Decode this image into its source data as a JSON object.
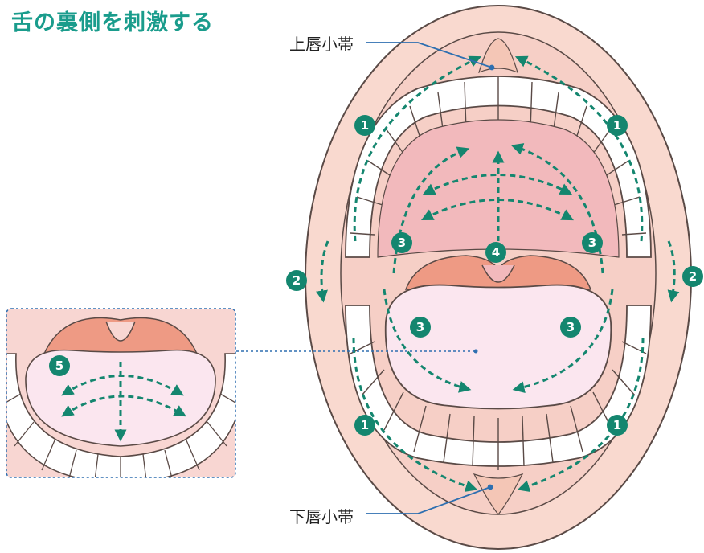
{
  "title": "舌の裏側を刺激する",
  "labels": {
    "upper_frenulum": "上唇小帯",
    "lower_frenulum": "下唇小帯"
  },
  "step_numbers": {
    "gums": "1",
    "cheeks": "2",
    "palate_sides": "3",
    "palate_center": "4",
    "under_tongue": "5"
  },
  "colors": {
    "accent_teal": "#1a9c8c",
    "arrow_green": "#14866f",
    "leader_blue": "#2e6fb0",
    "lip": "#f9d9cf",
    "mouth_interior": "#f2b9bc",
    "tongue": "#fbe6ef",
    "gum_tissue": "#f4c6b6"
  }
}
